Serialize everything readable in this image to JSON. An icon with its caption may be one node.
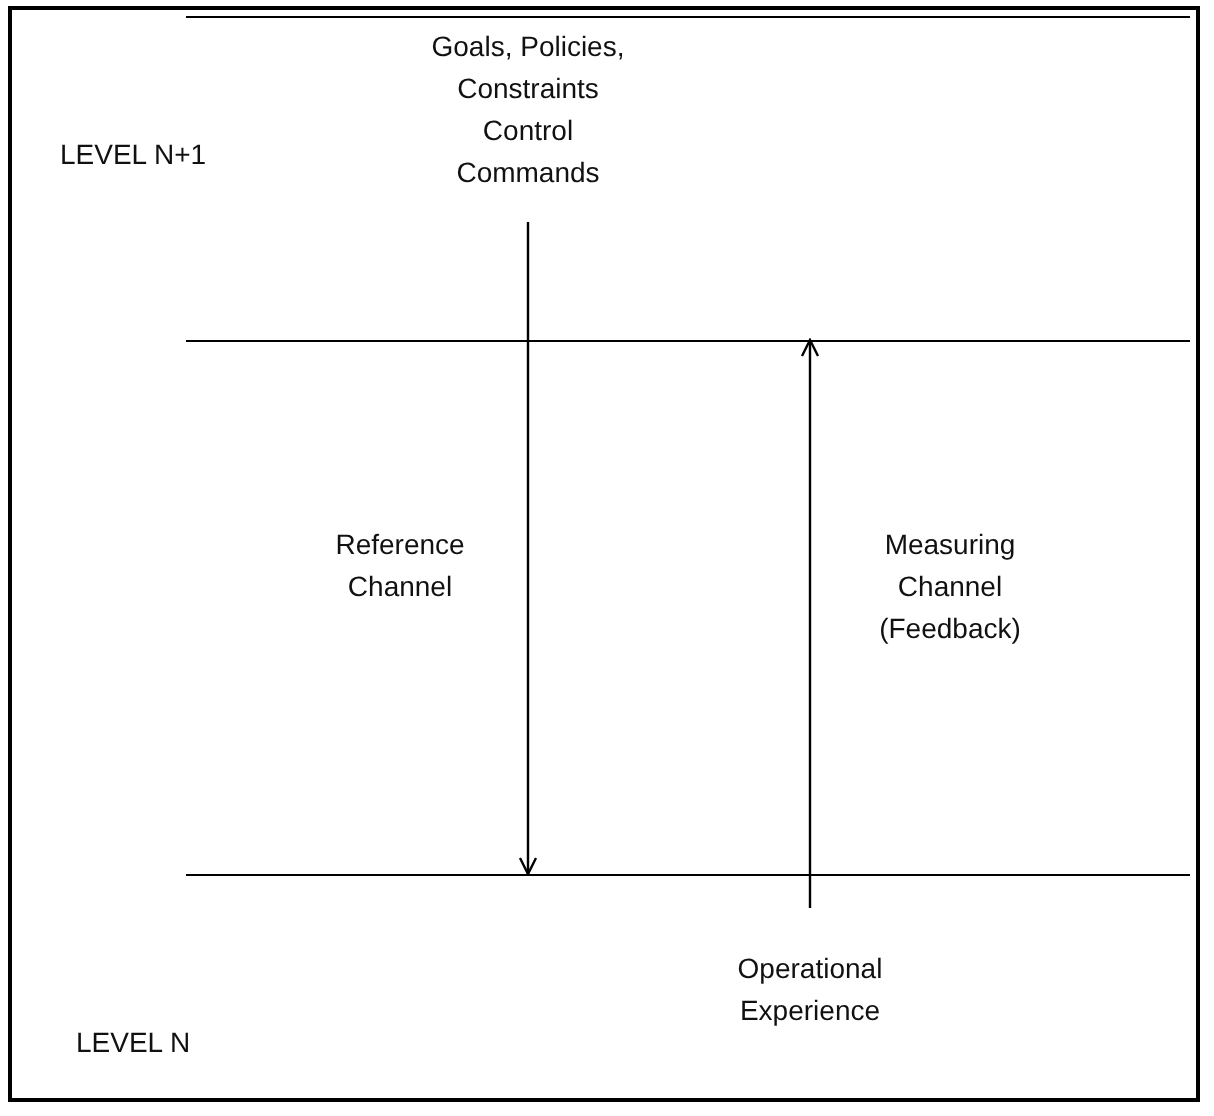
{
  "diagram": {
    "nodes": [
      {
        "text": [
          "LEVEL N+1"
        ]
      },
      {
        "text": [
          "Goals, Policies, Constraints Control Commands"
        ],
        "in": 0
      },
      {
        "text": [
          "LEVEL N"
        ]
      },
      {
        "text": [
          "Operational Experience"
        ],
        "in": 2
      }
    ],
    "edges": [
      {
        "from": 1,
        "to": 2,
        "arrow": "to",
        "label": "Reference Channel"
      },
      {
        "from": 3,
        "to": 0,
        "arrow": "to",
        "label": "Measuring Channel (Feedback)"
      }
    ]
  }
}
